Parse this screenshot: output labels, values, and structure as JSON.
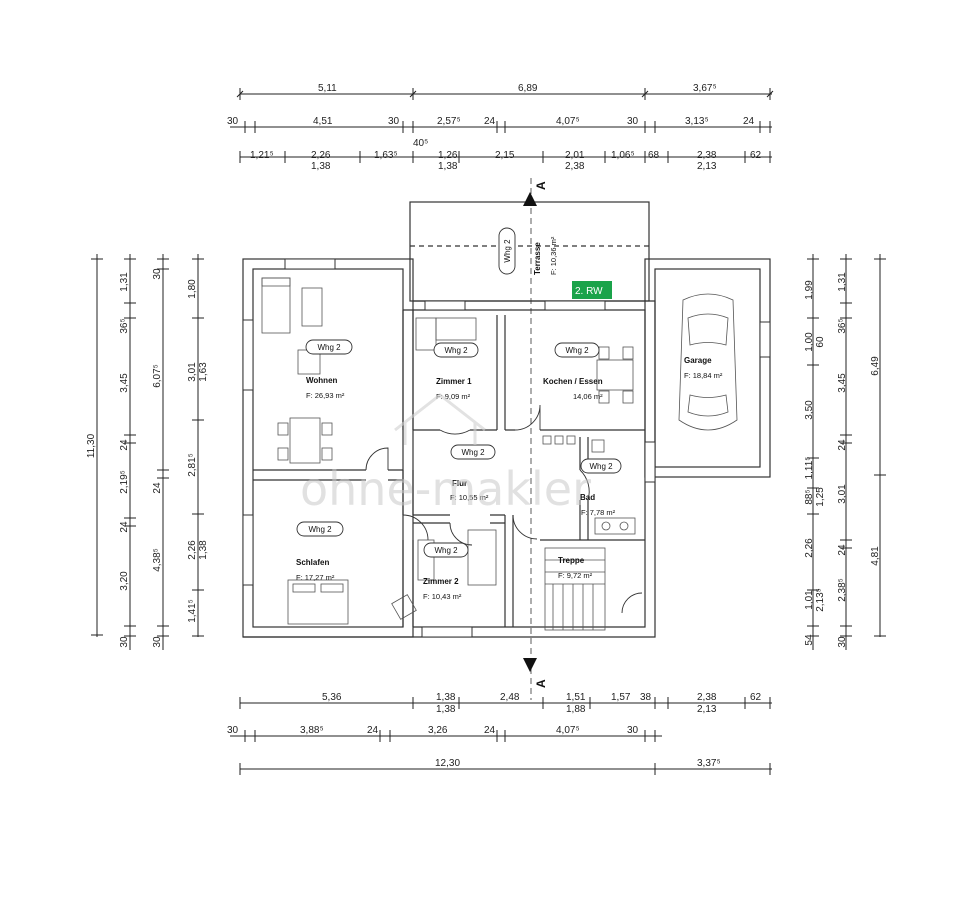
{
  "watermark": "ohne-makler",
  "section_marks": [
    "A",
    "A"
  ],
  "badge": {
    "text": "2. RW",
    "color": "#1aa34a"
  },
  "dim_top": {
    "row1": [
      "5,11",
      "6,89",
      "3,67⁵"
    ],
    "row2": [
      "30",
      "4,51",
      "30",
      "2,57⁵",
      "24",
      "4,07⁵",
      "30",
      "3,13⁵",
      "24"
    ],
    "row3_extra": "40⁵",
    "row3a": [
      "1,21⁵",
      "2,26",
      "1,63⁵",
      "1,26",
      "2,15",
      "2,01",
      "1,06⁵",
      "68",
      "2,38",
      "62"
    ],
    "row3b": [
      "1,38",
      "1,38",
      "2,38",
      "2,13"
    ]
  },
  "dim_bottom": {
    "row1a": [
      "5,36",
      "1,38",
      "2,48",
      "1,51",
      "1,57",
      "38",
      "2,38",
      "62"
    ],
    "row1b": [
      "1,38",
      "1,88",
      "2,13"
    ],
    "row2": [
      "30",
      "3,88⁵",
      "24",
      "3,26",
      "24",
      "4,07⁵",
      "30"
    ],
    "row3": [
      "12,30",
      "3,37⁵"
    ]
  },
  "dim_left": {
    "total": "11,30",
    "col2": [
      "1,31",
      "36⁵",
      "3,45",
      "24",
      "2,19⁵",
      "24",
      "3,20",
      "30"
    ],
    "col3": [
      "30",
      "6,07⁵",
      "24",
      "4,38⁵",
      "30"
    ],
    "col4": [
      "1,80",
      "3,01",
      "2,81⁵",
      "2,26",
      "1,41⁵"
    ],
    "col4b": [
      "1,63",
      "1,38"
    ]
  },
  "dim_right": {
    "col1": [
      "1,99",
      "1,00",
      "3,50",
      "1,11⁵",
      "88⁵",
      "2,26",
      "1,01",
      "54"
    ],
    "col1b": [
      "60",
      "1,25",
      "2,13⁵"
    ],
    "col2": [
      "1,31",
      "36⁵",
      "3,45",
      "24",
      "3,01",
      "24",
      "2,38⁵",
      "30"
    ],
    "col3": [
      "6,49",
      "4,81"
    ]
  },
  "rooms": [
    {
      "tag": "Whg 2",
      "name": "Wohnen",
      "area": "F: 26,93 m²"
    },
    {
      "tag": "Whg 2",
      "name": "Zimmer 1",
      "area": "F: 9,09 m²"
    },
    {
      "tag": "Whg 2",
      "name": "Kochen / Essen",
      "area": "14,06 m²"
    },
    {
      "tag": "Whg 2",
      "name": "Flur",
      "area": "F: 10,55 m²"
    },
    {
      "tag": "Whg 2",
      "name": "Bad",
      "area": "F: 7,78 m²"
    },
    {
      "tag": "Whg 2",
      "name": "Schlafen",
      "area": "F: 17,27 m²"
    },
    {
      "tag": "Whg 2",
      "name": "Zimmer 2",
      "area": "F: 10,43 m²"
    },
    {
      "tag": "",
      "name": "Treppe",
      "area": "F: 9,72 m²"
    },
    {
      "tag": "",
      "name": "Garage",
      "area": "F: 18,84 m²"
    },
    {
      "tag": "Whg 2",
      "name": "Terrasse",
      "area": "F: 10,36 m²"
    }
  ]
}
